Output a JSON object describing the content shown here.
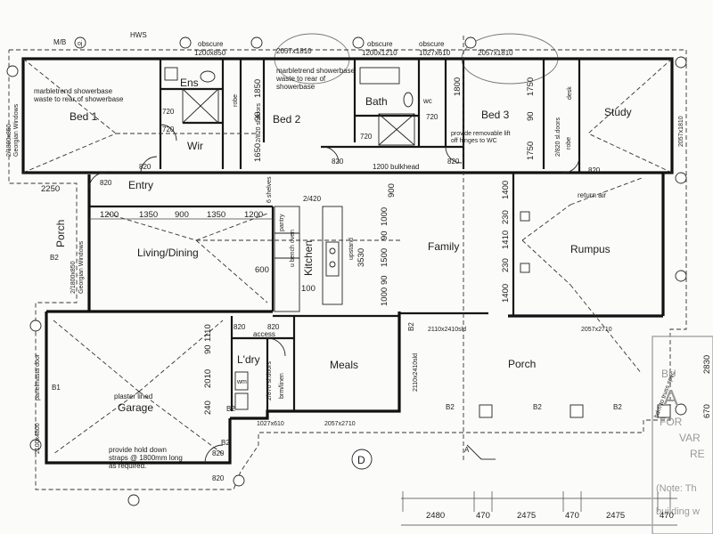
{
  "rooms": {
    "ens": "Ens",
    "bed1": "Bed 1",
    "wir": "Wir",
    "bed2": "Bed 2",
    "bath": "Bath",
    "wc": "wc",
    "bed3": "Bed 3",
    "study": "Study",
    "entry": "Entry",
    "porch_side": "Porch",
    "living": "Living/Dining",
    "kitchen": "Kitchen",
    "family": "Family",
    "rumpus": "Rumpus",
    "laundry": "L'dry",
    "meals": "Meals",
    "porch_rear": "Porch",
    "garage": "Garage"
  },
  "notes": {
    "showerbase_ens_1": "marbletrend showerbase",
    "showerbase_ens_2": "waste to rear of showerbase",
    "showerbase_bath_1": "marbletrend showerbase",
    "showerbase_bath_2": "waste to rear of",
    "showerbase_bath_3": "showerbase",
    "lift_off_1": "provide removable lift",
    "lift_off_2": "off hinges to WC",
    "return_air": "return air",
    "bulkhead": "1200 bulkhead",
    "garage_lined_1": "plaster lined",
    "holddown_1": "provide hold down",
    "holddown_2": "straps @ 1800mm long",
    "holddown_3": "as required.",
    "truss": "bdm to truss spec",
    "access": "access",
    "desk": "desk",
    "robe": "robe",
    "pantry": "pantry",
    "bench_oven": "u bench oven",
    "upstand": "upstand",
    "brm_linen": "brm/linen",
    "wm": "wm",
    "shelves": "6 shelves",
    "hws": "HWS",
    "mb": "M/B"
  },
  "windows": {
    "w1": "obscure",
    "w1b": "1200x850",
    "w2": "2057x1810",
    "w3": "obscure",
    "w3b": "1200x1210",
    "w4": "obscure",
    "w4b": "1027x610",
    "w5": "2057x1810",
    "w6": "2/1800x850",
    "w6b": "Georgian Windows",
    "w7": "2/1800x850",
    "w7b": "Georgian Windows",
    "w8": "2057x1810",
    "door_garage": "2100x4800",
    "door_garage_b": "panelmasta door",
    "slide1": "2110x2410sld",
    "slide2": "2110x2410sld",
    "slide3": "2057x2710",
    "slide4": "2057x2710",
    "slide5": "1027x610"
  },
  "doors": {
    "d1": "720",
    "d2": "720",
    "d3": "720",
    "d4": "820",
    "d5": "820",
    "d6": "820",
    "d7": "820",
    "d8": "720",
    "d9": "820",
    "d10": "820",
    "d11": "820",
    "d12": "820",
    "d13": "820",
    "robe_bed2": "2/820 sl.doors",
    "robe_bed3": "2/820 sl.doors",
    "ldry_robe": "2/870 sl.doors",
    "kitchen_2420": "2/420"
  },
  "dims": {
    "entry_2250": "2250",
    "liv_1200a": "1200",
    "liv_1350a": "1350",
    "liv_900": "900",
    "liv_1350b": "1350",
    "liv_1200b": "1200",
    "liv_600": "600",
    "k_100": "100",
    "k_3530": "3530",
    "k_900": "900",
    "k_1000a": "1000",
    "k_90a": "90",
    "k_1500": "1500",
    "k_90b": "90",
    "k_1000b": "1000",
    "r_1400a": "1400",
    "r_230a": "230",
    "r_1410": "1410",
    "r_230b": "230",
    "r_1400b": "1400",
    "b2_1650": "1650",
    "b2_90": "90",
    "b2_1850": "1850",
    "b3_1800": "1800",
    "b3_1750a": "1750",
    "b3_90": "90",
    "b3_1750b": "1750",
    "l_1110": "1110",
    "l_90": "90",
    "l_2010": "2010",
    "l_240": "240",
    "bot_2480": "2480",
    "bot_470a": "470",
    "bot_2475a": "2475",
    "bot_470b": "470",
    "bot_2475b": "2475",
    "bot_470c": "470",
    "r_2830": "2830",
    "r_670": "670"
  },
  "markers": {
    "b1": "B1",
    "b2a": "B2",
    "b2b": "B2",
    "b2c": "B2",
    "b2d": "B2",
    "b2e": "B2",
    "b2f": "B2",
    "b2g": "B2",
    "oj": "oj",
    "section_a": "A",
    "grid_d": "D"
  },
  "stamp": {
    "l1": "BU",
    "l2": "A",
    "l3": "FOR",
    "l4": "VAR",
    "l5": "RE",
    "l6": "(Note: Th",
    "l7": "building w"
  }
}
